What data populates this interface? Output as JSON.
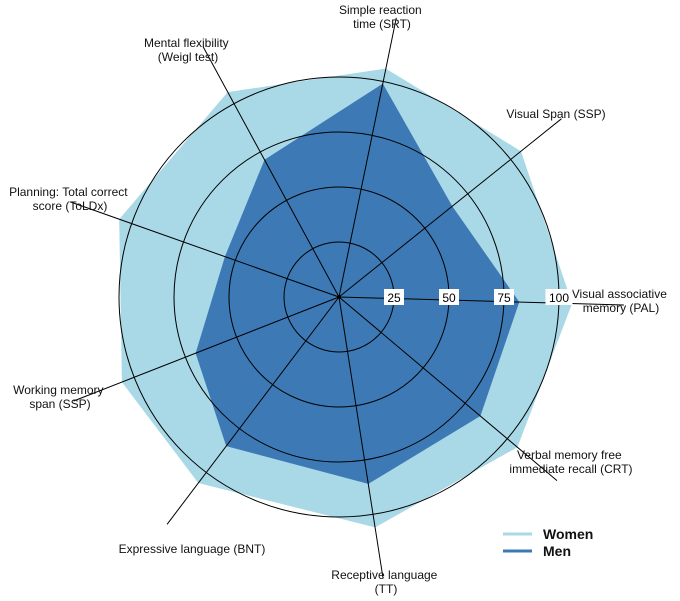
{
  "chart_data": {
    "type": "radar",
    "axes": [
      [
        "Simple reaction",
        "time (SRT)"
      ],
      [
        "Visual Span (SSP)"
      ],
      [
        "Visual associative",
        "memory (PAL)"
      ],
      [
        "Verbal memory free",
        "immediate recall (CRT)"
      ],
      [
        "Receptive language",
        "(TT)"
      ],
      [
        "Expressive language (BNT)"
      ],
      [
        "Working memory",
        "span (SSP)"
      ],
      [
        "Planning: Total correct",
        "score (ToLDx)"
      ],
      [
        "Mental flexibility",
        "(Weigl test)"
      ]
    ],
    "ticks": [
      "25",
      "50",
      "75",
      "100"
    ],
    "rlim": [
      0,
      100
    ],
    "series": [
      {
        "name": "Women",
        "color": "#a9d8e6",
        "values": [
          100,
          100,
          100,
          100,
          100,
          100,
          100,
          100,
          100
        ]
      },
      {
        "name": "Men",
        "color": "#3d7ab5",
        "values": [
          99,
          66,
          82,
          84,
          86,
          85,
          70,
          55,
          71
        ]
      }
    ]
  }
}
